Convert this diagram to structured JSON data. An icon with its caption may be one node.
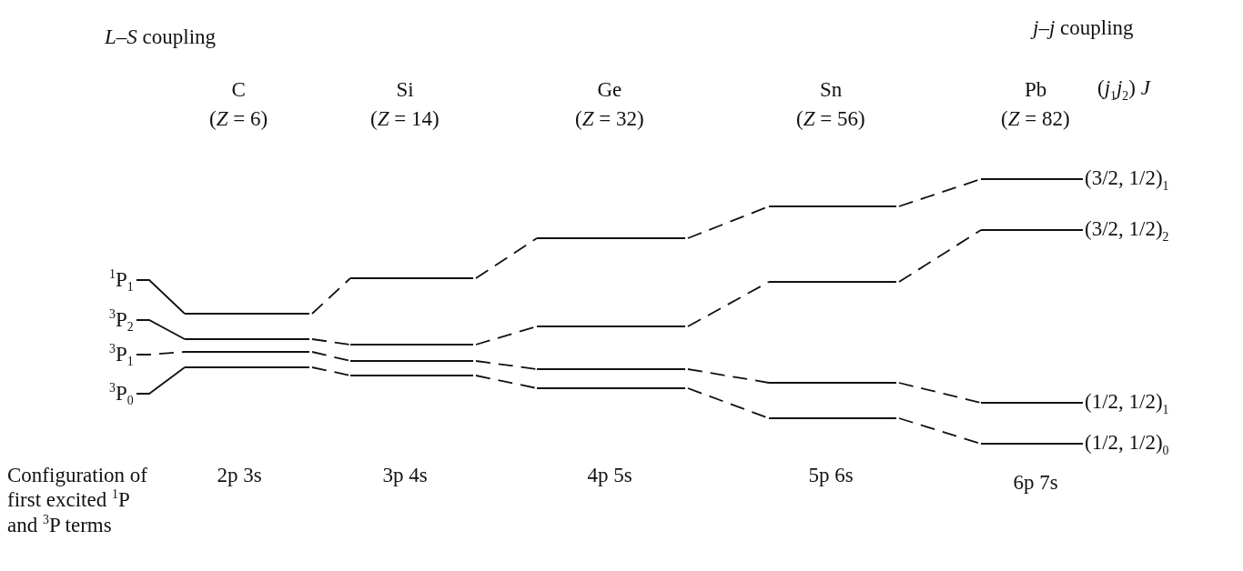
{
  "diagram": {
    "nodes": [
      {
        "text": [
          "$^{1}$P$_{1}$"
        ]
      },
      {
        "text": [
          "$^{3}$P$_{2}$"
        ]
      },
      {
        "text": [
          "$^{3}$P$_{1}$"
        ]
      },
      {
        "text": [
          "$^{3}$P$_{0}$"
        ]
      },
      {
        "text": [],
        "shape": "bar"
      },
      {
        "text": [],
        "shape": "bar"
      },
      {
        "text": [],
        "shape": "bar"
      },
      {
        "text": [],
        "shape": "bar"
      },
      {
        "text": [],
        "shape": "bar"
      },
      {
        "text": [],
        "shape": "bar"
      },
      {
        "text": [],
        "shape": "bar"
      },
      {
        "text": [],
        "shape": "bar"
      },
      {
        "text": [],
        "shape": "bar"
      },
      {
        "text": [],
        "shape": "bar"
      },
      {
        "text": [],
        "shape": "bar"
      },
      {
        "text": [],
        "shape": "bar"
      },
      {
        "text": [],
        "shape": "bar"
      },
      {
        "text": [],
        "shape": "bar"
      },
      {
        "text": [],
        "shape": "bar"
      },
      {
        "text": [],
        "shape": "bar"
      },
      {
        "text": [],
        "shape": "bar",
        "beside": [
          "(3/2, 1/2)$_{1}$"
        ]
      },
      {
        "text": [],
        "shape": "bar",
        "beside": [
          "(3/2, 1/2)$_{2}$"
        ]
      },
      {
        "text": [],
        "shape": "bar",
        "beside": [
          "(1/2, 1/2)$_{1}$"
        ]
      },
      {
        "text": [],
        "shape": "bar",
        "beside": [
          "(1/2, 1/2)$_{0}$"
        ]
      }
    ],
    "edges": [
      {
        "from": 0,
        "to": 4,
        "arrow": "none"
      },
      {
        "from": 1,
        "to": 5,
        "arrow": "none"
      },
      {
        "from": 2,
        "to": 6,
        "arrow": "none",
        "style": "dashed"
      },
      {
        "from": 3,
        "to": 7,
        "arrow": "none"
      },
      {
        "from": 4,
        "to": 8,
        "arrow": "none",
        "style": "dashed"
      },
      {
        "from": 5,
        "to": 9,
        "arrow": "none",
        "style": "dashed"
      },
      {
        "from": 6,
        "to": 10,
        "arrow": "none",
        "style": "dashed"
      },
      {
        "from": 7,
        "to": 11,
        "arrow": "none",
        "style": "dashed"
      },
      {
        "from": 8,
        "to": 12,
        "arrow": "none",
        "style": "dashed"
      },
      {
        "from": 9,
        "to": 13,
        "arrow": "none",
        "style": "dashed"
      },
      {
        "from": 10,
        "to": 14,
        "arrow": "none",
        "style": "dashed"
      },
      {
        "from": 11,
        "to": 15,
        "arrow": "none",
        "style": "dashed"
      },
      {
        "from": 12,
        "to": 16,
        "arrow": "none",
        "style": "dashed"
      },
      {
        "from": 13,
        "to": 17,
        "arrow": "none",
        "style": "dashed"
      },
      {
        "from": 14,
        "to": 18,
        "arrow": "none",
        "style": "dashed"
      },
      {
        "from": 15,
        "to": 19,
        "arrow": "none",
        "style": "dashed"
      },
      {
        "from": 16,
        "to": 20,
        "arrow": "none",
        "style": "dashed"
      },
      {
        "from": 17,
        "to": 21,
        "arrow": "none",
        "style": "dashed"
      },
      {
        "from": 18,
        "to": 22,
        "arrow": "none",
        "style": "dashed"
      },
      {
        "from": 19,
        "to": 23,
        "arrow": "none",
        "style": "dashed"
      }
    ],
    "labels": [
      "*L*–*S* coupling",
      "*j*–*j* coupling",
      "C",
      "(*Z* = 6)",
      "Si",
      "(*Z* = 14)",
      "Ge",
      "(*Z* = 32)",
      "Sn",
      "(*Z* = 56)",
      "Pb",
      "(*Z* = 82)",
      "(*j*$_{1}$*j*$_{2}$) *J*",
      "Configuration of first excited $^{1}$P and $^{3}$P terms",
      "2p 3s",
      "3p 4s",
      "4p 5s",
      "5p 6s",
      "6p 7s"
    ]
  }
}
